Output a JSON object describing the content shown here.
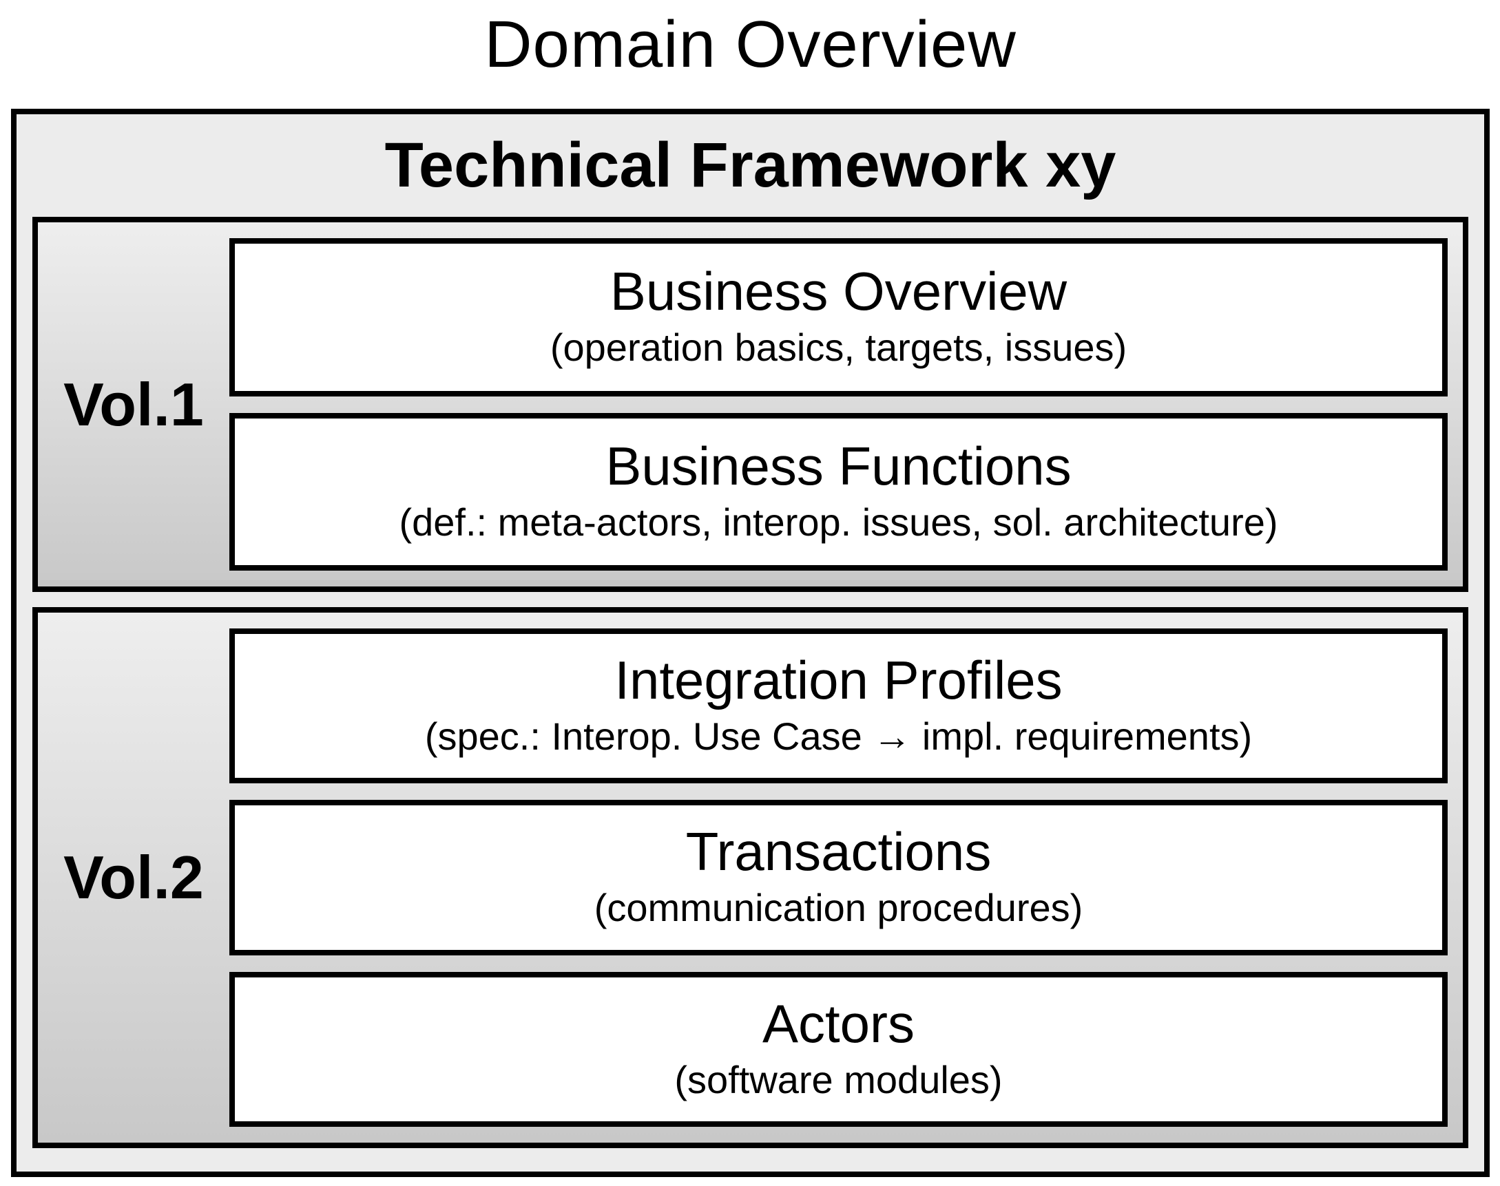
{
  "title": "Domain Overview",
  "framework": {
    "title": "Technical Framework xy",
    "volumes": [
      {
        "label": "Vol.1",
        "boxes": [
          {
            "title": "Business Overview",
            "subtitle": "(operation basics, targets, issues)"
          },
          {
            "title": "Business Functions",
            "subtitle": "(def.: meta-actors, interop. issues, sol. architecture)"
          }
        ]
      },
      {
        "label": "Vol.2",
        "boxes": [
          {
            "title": "Integration Profiles",
            "subtitle": "(spec.: Interop. Use Case → impl. requirements)"
          },
          {
            "title": "Transactions",
            "subtitle": "(communication procedures)"
          },
          {
            "title": "Actors",
            "subtitle": "(software modules)"
          }
        ]
      }
    ]
  },
  "colors": {
    "border": "#000000",
    "box_fill": "#ffffff",
    "outer_fill": "#ececec",
    "vol_gradient_top": "#eeeeee",
    "vol_gradient_bottom": "#c8c8c8",
    "text": "#000000"
  }
}
